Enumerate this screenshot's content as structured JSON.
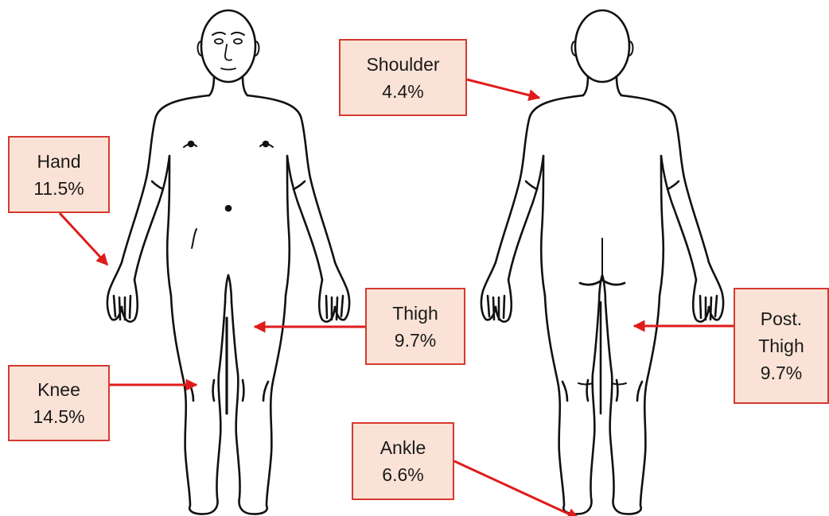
{
  "colors": {
    "callout_fill": "#fae3d6",
    "callout_border": "#d6392f",
    "arrow": "#e01b1b",
    "figure_line": "#111111"
  },
  "figures": {
    "front_view": "human-body-front",
    "back_view": "human-body-back"
  },
  "callouts": {
    "hand": {
      "name": "Hand",
      "pct": "11.5%"
    },
    "knee": {
      "name": "Knee",
      "pct": "14.5%"
    },
    "thigh": {
      "name": "Thigh",
      "pct": "9.7%"
    },
    "shoulder": {
      "name": "Shoulder",
      "pct": "4.4%"
    },
    "ankle": {
      "name": "Ankle",
      "pct": "6.6%"
    },
    "post_thigh": {
      "name_line1": "Post.",
      "name_line2": "Thigh",
      "pct": "9.7%"
    }
  }
}
